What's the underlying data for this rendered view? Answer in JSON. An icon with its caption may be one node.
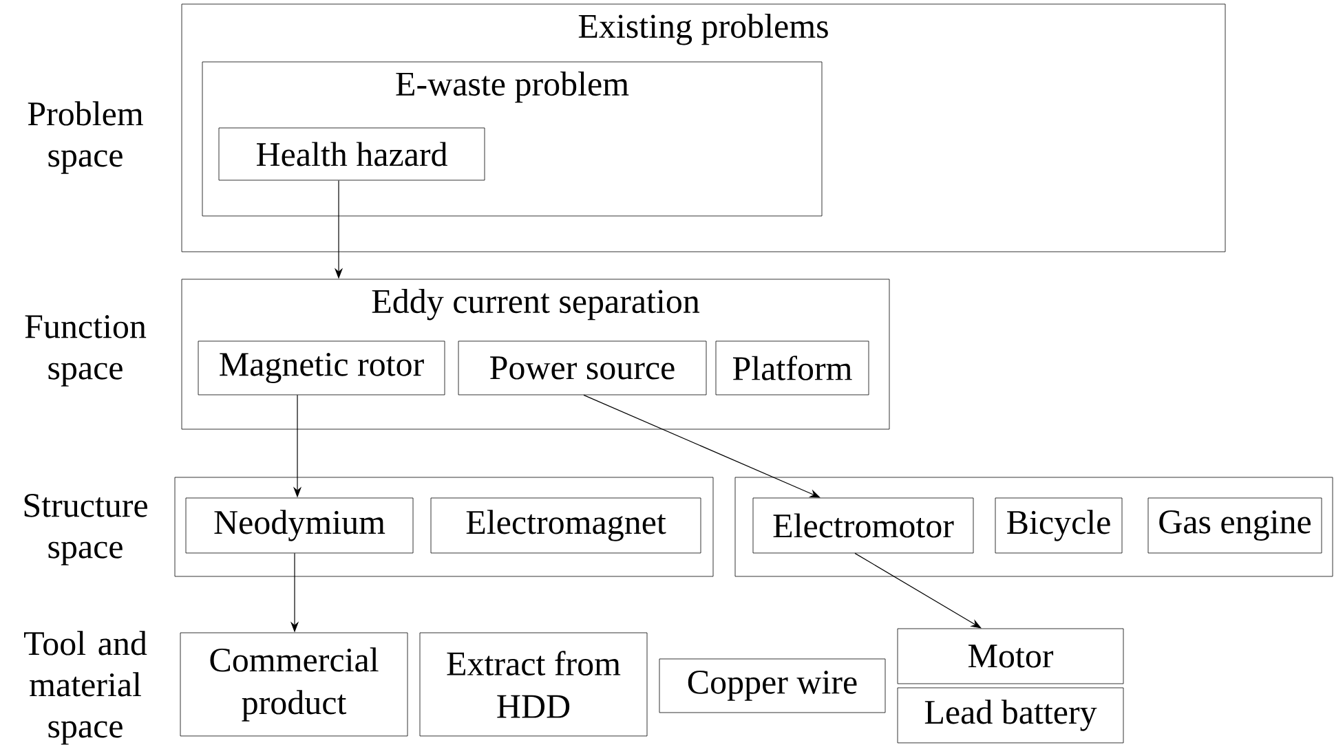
{
  "diagram": {
    "nodes": [
      {
        "text": [
          "Existing problems"
        ]
      },
      {
        "text": [
          "E-waste problem"
        ],
        "in": 0
      },
      {
        "text": [
          "Health hazard"
        ],
        "in": 1
      },
      {
        "text": [
          "Eddy current separation"
        ]
      },
      {
        "text": [
          "Magnetic rotor"
        ],
        "in": 3
      },
      {
        "text": [
          "Power source"
        ],
        "in": 3
      },
      {
        "text": [
          "Platform"
        ],
        "in": 3
      },
      {
        "text": [],
        "shape": "box"
      },
      {
        "text": [
          "Neodymium"
        ],
        "in": 7
      },
      {
        "text": [
          "Electromagnet"
        ],
        "in": 7
      },
      {
        "text": [],
        "shape": "box"
      },
      {
        "text": [
          "Electromotor"
        ],
        "in": 10
      },
      {
        "text": [
          "Bicycle"
        ],
        "in": 10
      },
      {
        "text": [
          "Gas engine"
        ],
        "in": 10
      },
      {
        "text": [
          "Commercial product"
        ]
      },
      {
        "text": [
          "Extract from HDD"
        ]
      },
      {
        "text": [
          "Copper wire"
        ]
      },
      {
        "text": [
          "Motor"
        ]
      },
      {
        "text": [
          "Lead battery"
        ]
      }
    ],
    "edges": [
      {
        "from": 2,
        "to": 3,
        "arrow": "to"
      },
      {
        "from": 4,
        "to": 8,
        "arrow": "to"
      },
      {
        "from": 5,
        "to": 11,
        "arrow": "to"
      },
      {
        "from": 8,
        "to": 14,
        "arrow": "to"
      },
      {
        "from": 11,
        "to": 17,
        "arrow": "to"
      }
    ],
    "labels": [
      "Problem space",
      "Function space",
      "Structure space",
      "Tool and material space"
    ]
  }
}
